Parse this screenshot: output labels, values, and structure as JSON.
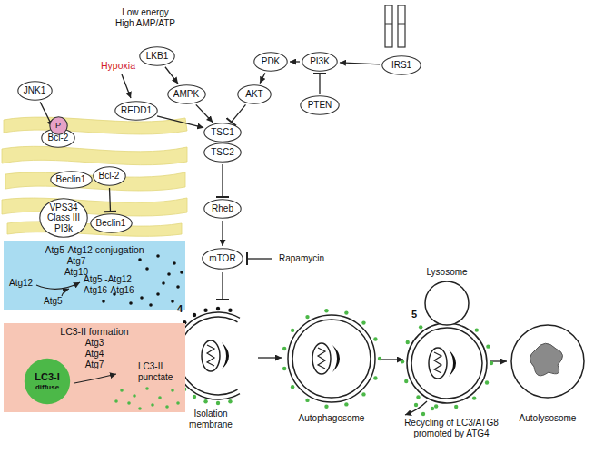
{
  "diagram": {
    "nodes": [
      {
        "text": [
          "JNK1"
        ]
      },
      {
        "text": [
          "Bcl-2"
        ]
      },
      {
        "text": [
          "P"
        ],
        "in": 1
      },
      {
        "text": [
          "Beclin1"
        ]
      },
      {
        "text": [
          "Bcl-2"
        ]
      },
      {
        "text": [
          "VPS34 Class III PI3k"
        ]
      },
      {
        "text": [
          "Beclin1"
        ]
      },
      {
        "text": [
          "LKB1"
        ]
      },
      {
        "text": [
          "AMPK"
        ]
      },
      {
        "text": [
          "REDD1"
        ]
      },
      {
        "text": [
          "TSC1"
        ]
      },
      {
        "text": [
          "TSC2"
        ]
      },
      {
        "text": [
          "AKT"
        ]
      },
      {
        "text": [
          "PDK"
        ]
      },
      {
        "text": [
          "PI3K"
        ]
      },
      {
        "text": [
          "IRS1"
        ]
      },
      {
        "text": [
          "PTEN"
        ]
      },
      {
        "text": [
          "Rheb"
        ]
      },
      {
        "text": [
          "mTOR"
        ]
      },
      {
        "text": [
          "Atg5-Atg12 conjugation",
          "Atg7 Atg10",
          "Atg12",
          "Atg5",
          "Atg5 -Atg12 Atg16-Atg16"
        ]
      },
      {
        "text": [
          "LC3-II formation",
          "Atg3 Atg4 Atg7",
          "LC3-II punctate"
        ]
      },
      {
        "text": [
          "LC3-I",
          "diffuse"
        ],
        "in": 20
      }
    ],
    "edges": [
      {
        "from": 0,
        "to": 1,
        "arrow": "to"
      },
      {
        "from": 4,
        "to": 6,
        "arrow": "to"
      },
      {
        "from": 7,
        "to": 8,
        "arrow": "to"
      },
      {
        "from": 8,
        "to": 10,
        "arrow": "to"
      },
      {
        "from": 9,
        "to": 10,
        "arrow": "to"
      },
      {
        "from": 12,
        "to": 10,
        "arrow": "to"
      },
      {
        "from": 13,
        "to": 12,
        "arrow": "to"
      },
      {
        "from": 14,
        "to": 13,
        "arrow": "to"
      },
      {
        "from": 15,
        "to": 14,
        "arrow": "to"
      },
      {
        "from": 16,
        "to": 14,
        "arrow": "to"
      },
      {
        "from": 11,
        "to": 17,
        "arrow": "to"
      },
      {
        "from": 17,
        "to": 18,
        "arrow": "to"
      }
    ],
    "labels": [
      "Low energy High AMP/ATP",
      "Hypoxia",
      "Rapamycin",
      "4",
      "5",
      "Lysosome",
      "Isolation membrane",
      "Autophagosome",
      "Recycling of LC3/ATG8 promoted by ATG4",
      "Autolysosome"
    ]
  }
}
